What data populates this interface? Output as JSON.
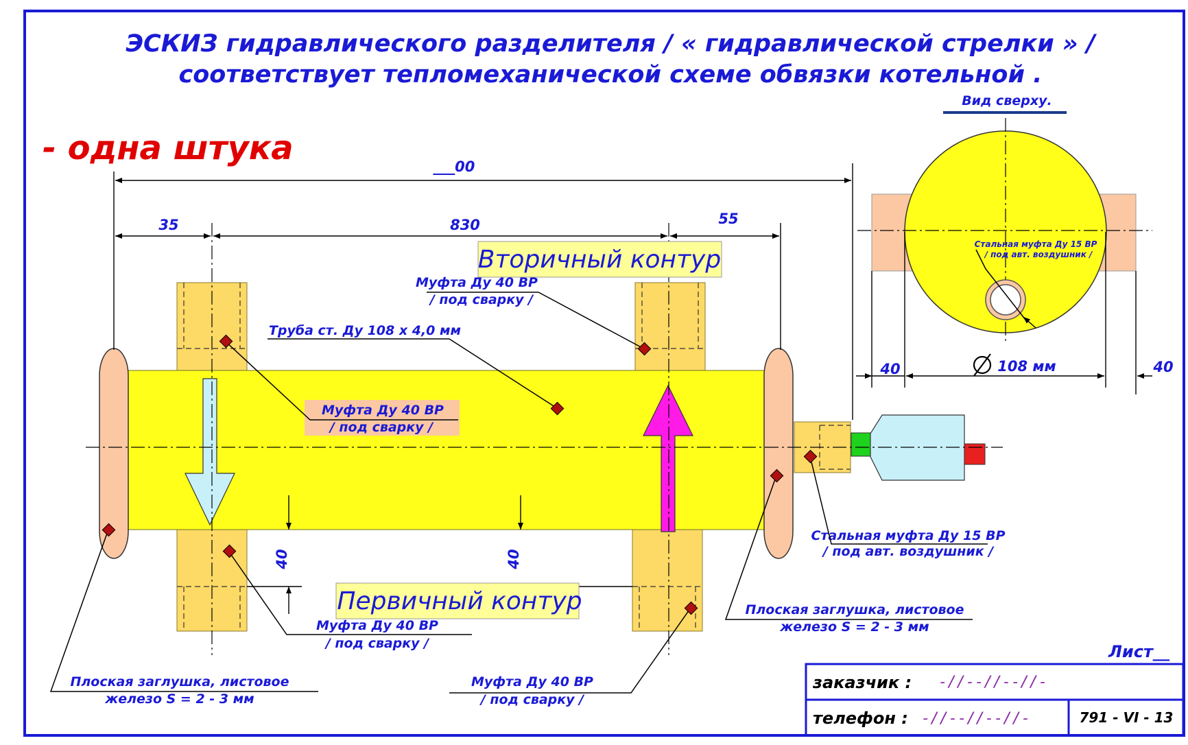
{
  "title": {
    "line1": "ЭСКИЗ гидравлического разделителя / « гидравлической стрелки » /",
    "line2": "соответствует тепломеханической схеме обвязки котельной ."
  },
  "quantity_note": "- одна штука",
  "top_view": {
    "label": "Вид сверху.",
    "diameter": "108 мм",
    "left_offset": "40",
    "right_offset": "40",
    "fitting_label_line1": "Стальная муфта Ду 15 ВР",
    "fitting_label_line2": "/ под авт. воздушник /"
  },
  "dimensions": {
    "total": "___00",
    "left_stub": "35",
    "middle": "830",
    "right_stub": "55",
    "bottom_left": "40",
    "bottom_right": "40"
  },
  "contours": {
    "secondary": "Вторичный контур",
    "primary": "Первичный контур"
  },
  "callouts": {
    "pipe": "Труба ст. Ду 108 х 4,0 мм",
    "coupling_top_right_1": "Муфта Ду 40 ВР",
    "coupling_top_right_2": "/ под сварку /",
    "coupling_top_left_1": "Муфта Ду 40 ВР",
    "coupling_top_left_2": "/ под сварку /",
    "coupling_bottom_left_1": "Муфта Ду 40 ВР",
    "coupling_bottom_left_2": "/ под сварку /",
    "coupling_bottom_right_1": "Муфта Ду 40 ВР",
    "coupling_bottom_right_2": "/ под сварку /",
    "air_fitting_1": "Стальная муфта Ду 15 ВР",
    "air_fitting_2": "/ под авт. воздушник /",
    "cap_right_1": "Плоская заглушка, листовое",
    "cap_right_2": "железо S = 2 - 3 мм",
    "cap_left_1": "Плоская заглушка, листовое",
    "cap_left_2": "железо S = 2 - 3 мм"
  },
  "title_block": {
    "sheet": "Лист__",
    "customer_label": "заказчик :",
    "customer_value": "-//--//--//-",
    "phone_label": "телефон :",
    "phone_value": "-//--//--//-",
    "code": "791 - VI - 13"
  },
  "colors": {
    "border": "#1a1ad6",
    "pipe": "#ffff1a",
    "coupling": "#fdd966",
    "cap": "#fbc8a3",
    "arrow_down": "#c8f0f8",
    "arrow_up": "#ff1ae8",
    "label_bg": "#ffff99"
  }
}
